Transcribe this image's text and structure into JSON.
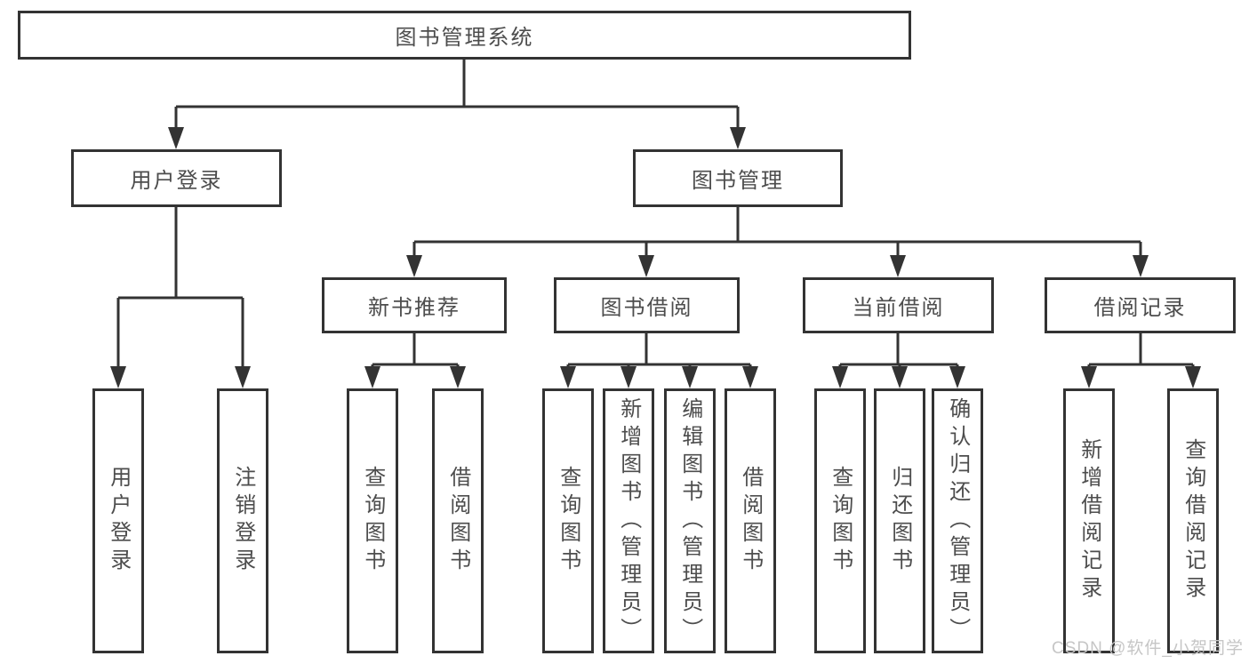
{
  "diagram": {
    "root": {
      "label": "图书管理系统"
    },
    "level2": [
      {
        "label": "用户登录"
      },
      {
        "label": "图书管理"
      }
    ],
    "level3": [
      {
        "label": "新书推荐"
      },
      {
        "label": "图书借阅"
      },
      {
        "label": "当前借阅"
      },
      {
        "label": "借阅记录"
      }
    ],
    "leaves": {
      "user": [
        {
          "label": "用户登录"
        },
        {
          "label": "注销登录"
        }
      ],
      "recommend": [
        {
          "label": "查询图书"
        },
        {
          "label": "借阅图书"
        }
      ],
      "borrow": [
        {
          "label": "查询图书"
        },
        {
          "label": "新增图书（管理员）"
        },
        {
          "label": "编辑图书（管理员）"
        },
        {
          "label": "借阅图书"
        }
      ],
      "current": [
        {
          "label": "查询图书"
        },
        {
          "label": "归还图书"
        },
        {
          "label": "确认归还（管理员）"
        }
      ],
      "records": [
        {
          "label": "新增借阅记录"
        },
        {
          "label": "查询借阅记录"
        }
      ]
    },
    "watermark": "CSDN @软件_小贺同学",
    "colors": {
      "line": "#333333",
      "text": "#4d4d4d",
      "watermark": "#c6c6c6",
      "background": "#ffffff"
    }
  }
}
